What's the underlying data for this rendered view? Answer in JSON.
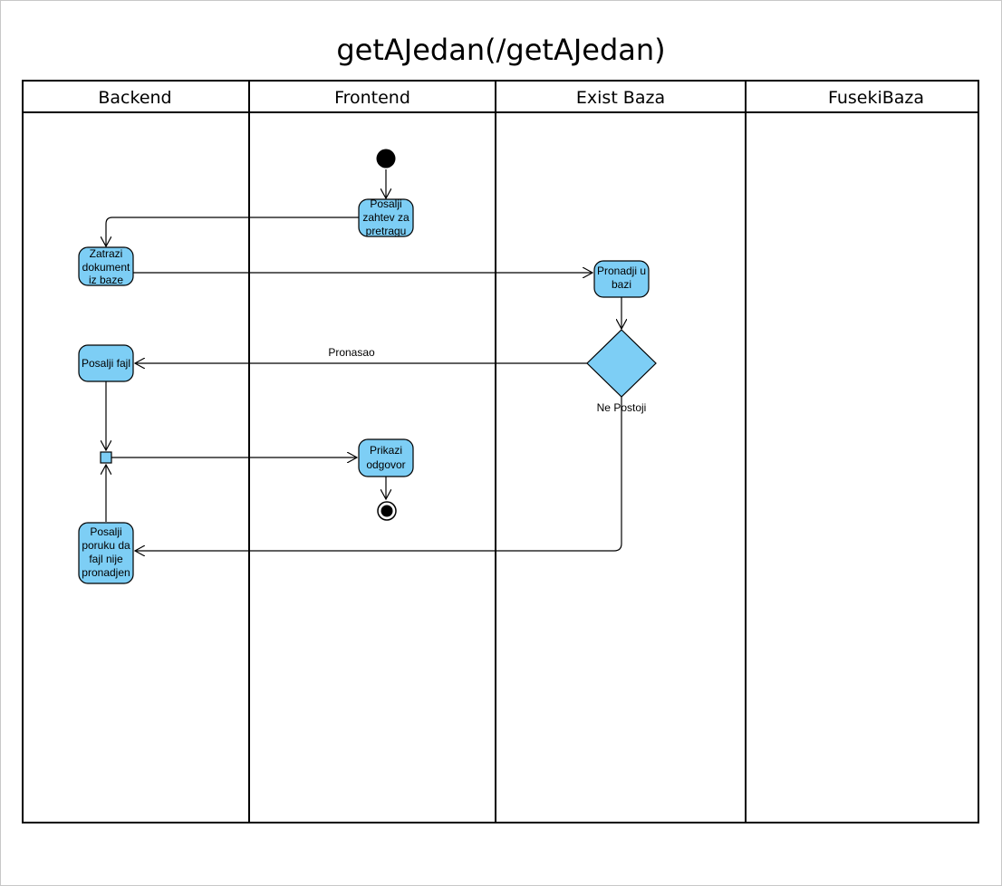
{
  "diagram": {
    "title": "getAJedan(/getAJedan)",
    "lanes": [
      {
        "id": "backend",
        "label": "Backend"
      },
      {
        "id": "frontend",
        "label": "Frontend"
      },
      {
        "id": "exist",
        "label": "Exist Baza"
      },
      {
        "id": "fuseki",
        "label": "FusekiBaza"
      }
    ],
    "nodes": {
      "posalji_zahtev": {
        "lines": [
          "Posalji",
          "zahtev za",
          "pretragu"
        ]
      },
      "zatrazi_dokument": {
        "lines": [
          "Zatrazi",
          "dokument",
          "iz baze"
        ]
      },
      "pronadji_u_bazi": {
        "lines": [
          "Pronadji u",
          "bazi"
        ]
      },
      "posalji_fajl": {
        "lines": [
          "Posalji fajl"
        ]
      },
      "prikazi_odgovor": {
        "lines": [
          "Prikazi",
          "odgovor"
        ]
      },
      "posalji_poruku": {
        "lines": [
          "Posalji",
          "poruku da",
          "fajl nije",
          "pronadjen"
        ]
      }
    },
    "edge_labels": {
      "found": "Pronasao",
      "not_found": "Ne Postoji"
    },
    "colors": {
      "activity_fill": "#7dcef5",
      "stroke": "#000000"
    }
  }
}
